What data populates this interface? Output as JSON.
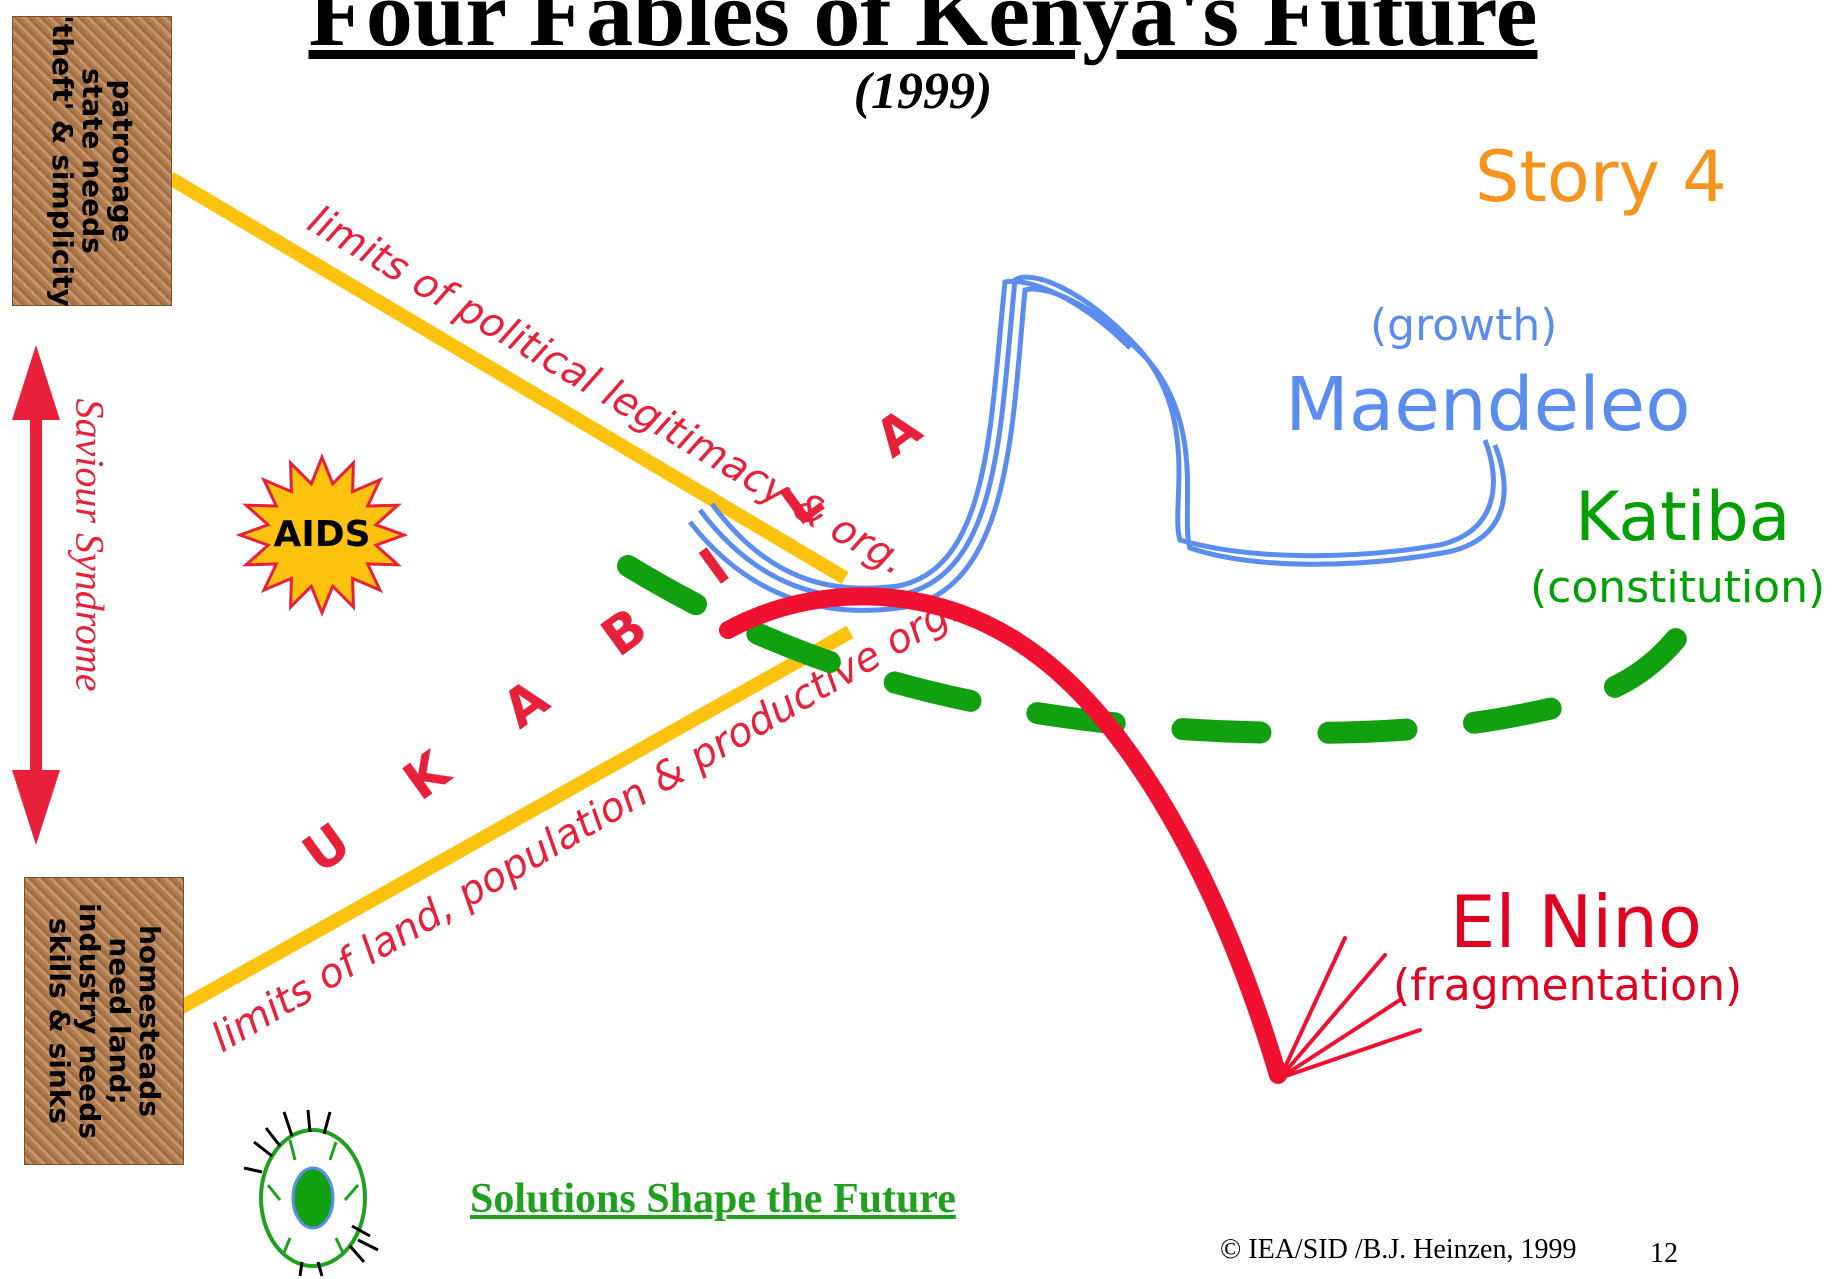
{
  "title": "Four Fables of Kenya's Future",
  "subtitle": "(1999)",
  "story_label": "Story 4",
  "scenarios": {
    "maendeleo": {
      "name": "Maendeleo",
      "meaning": "(growth)",
      "color": "#5B8DEF"
    },
    "katiba": {
      "name": "Katiba",
      "meaning": "(constitution)",
      "color": "#00A000"
    },
    "el_nino": {
      "name": "El Nino",
      "meaning": "(fragmentation)",
      "color": "#E00020"
    },
    "ukabila": {
      "name": "U K A B I L A",
      "color": "#E8203A"
    }
  },
  "limits": {
    "upper": "limits of political legitimacy & org.",
    "lower": "limits of land, population & productive org."
  },
  "boxes": {
    "top_lines": [
      "patronage",
      "state needs",
      "'theft' & simplicity"
    ],
    "bottom_lines": [
      "homesteads",
      "need land;",
      "industry needs",
      "skills & sinks"
    ]
  },
  "aids_label": "AIDS",
  "saviour_syndrome": "Saviour Syndrome",
  "solutions_link": "Solutions Shape the Future",
  "copyright": "© IEA/SID /B.J. Heinzen, 1999",
  "page_number": "12",
  "colors": {
    "yellow_line": "#FFC20E",
    "accent_red": "#E8203A",
    "blue": "#5B8DEF",
    "green": "#00A000",
    "orange": "#F7941D"
  }
}
